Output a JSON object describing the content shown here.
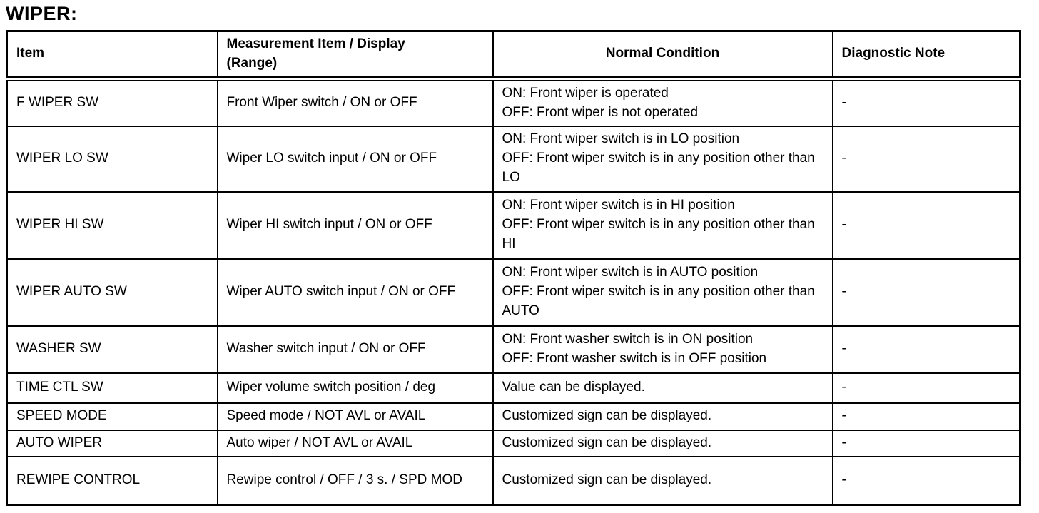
{
  "page_title": "WIPER:",
  "table": {
    "headers": [
      "Item",
      "Measurement Item / Display\n(Range)",
      "Normal Condition",
      "Diagnostic Note"
    ],
    "rows": [
      {
        "item": "F WIPER SW",
        "measurement": "Front Wiper switch / ON or OFF",
        "normal_condition": "ON: Front wiper is operated\nOFF: Front wiper is not operated",
        "diagnostic_note": "-"
      },
      {
        "item": "WIPER LO SW",
        "measurement": "Wiper LO switch input / ON or OFF",
        "normal_condition": "ON: Front wiper switch is in LO position\nOFF: Front wiper switch is in any position other than LO",
        "diagnostic_note": "-"
      },
      {
        "item": "WIPER HI SW",
        "measurement": "Wiper HI switch input / ON or OFF",
        "normal_condition": "ON: Front wiper switch is in HI position\nOFF: Front wiper switch is in any position other than HI",
        "diagnostic_note": "-"
      },
      {
        "item": "WIPER AUTO SW",
        "measurement": "Wiper AUTO switch input / ON or OFF",
        "normal_condition": "ON: Front wiper switch is in AUTO position\nOFF: Front wiper switch is in any position other than AUTO",
        "diagnostic_note": "-"
      },
      {
        "item": "WASHER SW",
        "measurement": "Washer switch input / ON or OFF",
        "normal_condition": "ON: Front washer switch is in ON position\nOFF: Front washer switch is in OFF position",
        "diagnostic_note": "-"
      },
      {
        "item": "TIME CTL SW",
        "measurement": "Wiper volume switch position / deg",
        "normal_condition": "Value can be displayed.",
        "diagnostic_note": "-"
      },
      {
        "item": "SPEED MODE",
        "measurement": "Speed mode / NOT AVL or AVAIL",
        "normal_condition": "Customized sign can be displayed.",
        "diagnostic_note": "-"
      },
      {
        "item": "AUTO WIPER",
        "measurement": "Auto wiper / NOT AVL or AVAIL",
        "normal_condition": "Customized sign can be displayed.",
        "diagnostic_note": "-"
      },
      {
        "item": "REWIPE CONTROL",
        "measurement": "Rewipe control / OFF / 3 s. / SPD MOD",
        "normal_condition": "Customized sign can be displayed.",
        "diagnostic_note": "-"
      }
    ]
  }
}
